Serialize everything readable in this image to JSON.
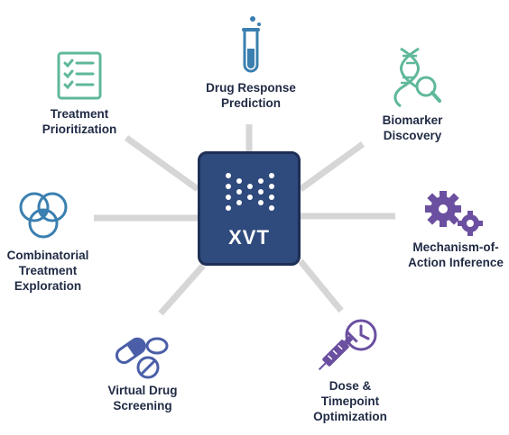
{
  "center": {
    "label": "XVT",
    "color": "#2f4a7c"
  },
  "colors": {
    "ray": "#d6d6d6",
    "green": "#5fb89a",
    "blue": "#3a7fb0",
    "indigo": "#4a5fa8",
    "purple": "#6b4fa0",
    "text": "#1f2a44"
  },
  "nodes": [
    {
      "id": "drug-response",
      "lines": [
        "Drug Response",
        "Prediction"
      ],
      "icon": "test-tube-icon"
    },
    {
      "id": "biomarker",
      "lines": [
        "Biomarker",
        "Discovery"
      ],
      "icon": "dna-magnifier-icon"
    },
    {
      "id": "moa",
      "lines": [
        "Mechanism-of-",
        "Action Inference"
      ],
      "icon": "gears-icon"
    },
    {
      "id": "dose",
      "lines": [
        "Dose &",
        "Timepoint",
        "Optimization"
      ],
      "icon": "syringe-clock-icon"
    },
    {
      "id": "screening",
      "lines": [
        "Virtual Drug",
        "Screening"
      ],
      "icon": "pills-icon"
    },
    {
      "id": "combinatorial",
      "lines": [
        "Combinatorial",
        "Treatment",
        "Exploration"
      ],
      "icon": "venn-icon"
    },
    {
      "id": "prioritization",
      "lines": [
        "Treatment",
        "Prioritization"
      ],
      "icon": "checklist-icon"
    }
  ]
}
